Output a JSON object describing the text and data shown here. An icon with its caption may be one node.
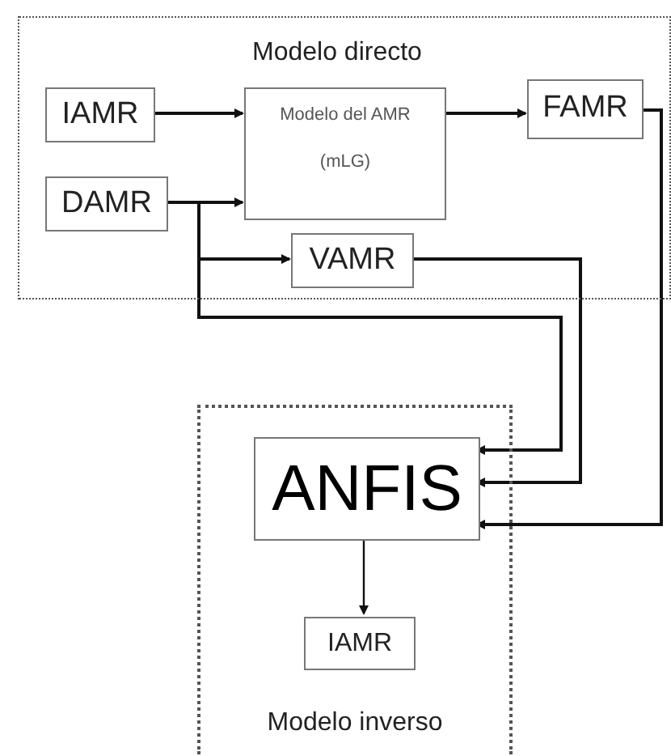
{
  "diagram": {
    "nodes": [
      {
        "text": [
          "Modelo directo"
        ]
      },
      {
        "text": [
          "IAMR"
        ],
        "in": 0
      },
      {
        "text": [
          "Modelo del AMR",
          "(mLG)"
        ],
        "in": 0
      },
      {
        "text": [
          "FAMR"
        ],
        "in": 0
      },
      {
        "text": [
          "DAMR"
        ],
        "in": 0
      },
      {
        "text": [
          "VAMR"
        ],
        "in": 0
      },
      {
        "text": [
          "Modelo inverso"
        ]
      },
      {
        "text": [
          "ANFIS"
        ],
        "in": 6
      },
      {
        "text": [
          "IAMR"
        ],
        "in": 6
      }
    ],
    "edges": [
      {
        "from": 1,
        "to": 2,
        "arrow": "to"
      },
      {
        "from": 4,
        "to": 2,
        "arrow": "to"
      },
      {
        "from": 2,
        "to": 3,
        "arrow": "to"
      },
      {
        "from": 4,
        "to": 5,
        "arrow": "to"
      },
      {
        "from": 4,
        "to": 7,
        "arrow": "to"
      },
      {
        "from": 5,
        "to": 7,
        "arrow": "to"
      },
      {
        "from": 3,
        "to": 7,
        "arrow": "to"
      },
      {
        "from": 7,
        "to": 8,
        "arrow": "to"
      }
    ]
  }
}
